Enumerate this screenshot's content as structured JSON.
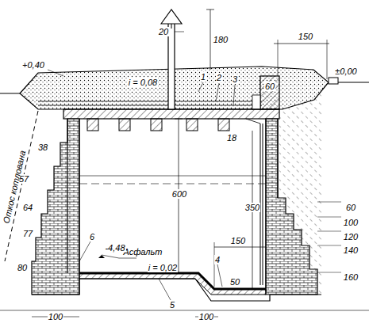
{
  "diagram": {
    "labels": [
      "20",
      "180",
      "1",
      "2",
      "3",
      "150",
      "+0,40",
      "i = 0,08",
      "±0,00",
      "60",
      "38",
      "18",
      "57",
      "600",
      "350",
      "60",
      "64",
      "100",
      "120",
      "77",
      "Асфальт",
      "150",
      "140",
      "6",
      "-4,48",
      "4",
      "80",
      "i = 0,02",
      "50",
      "160",
      "100",
      "5",
      "100",
      "Откос котлована"
    ]
  }
}
